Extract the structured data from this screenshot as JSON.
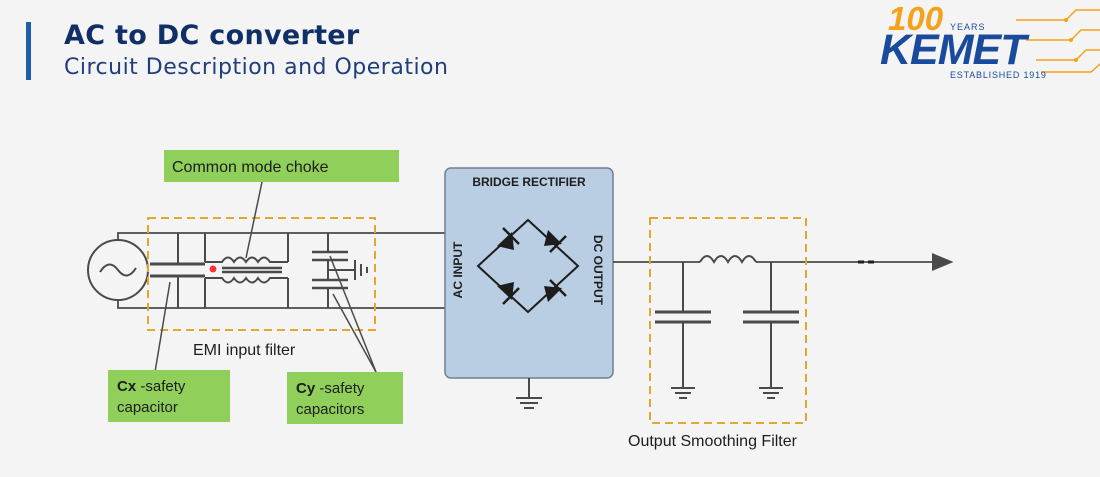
{
  "header": {
    "title": "AC to DC converter",
    "subtitle": "Circuit Description and Operation"
  },
  "logo": {
    "anniversary": "100",
    "years": "YEARS",
    "brand": "KEMET",
    "established": "ESTABLISHED 1919"
  },
  "diagram": {
    "choke_label": "Common mode choke",
    "emi_label": "EMI input filter",
    "cx_label_bold": "Cx",
    "cx_label_rest": " -safety",
    "cx_label_line2": "capacitor",
    "cy_label_bold": "Cy",
    "cy_label_rest": " -safety",
    "cy_label_line2": "capacitors",
    "bridge_title": "BRIDGE RECTIFIER",
    "ac_input": "AC INPUT",
    "dc_output": "DC OUTPUT",
    "smoothing_label": "Output Smoothing Filter"
  },
  "colors": {
    "title": "#0f2f66",
    "accent": "#1f5fa8",
    "label_green": "#8fcf5a",
    "dashed_orange": "#e0a82e",
    "rectifier_fill": "#b9cde3",
    "wire": "#4a4a4a"
  }
}
